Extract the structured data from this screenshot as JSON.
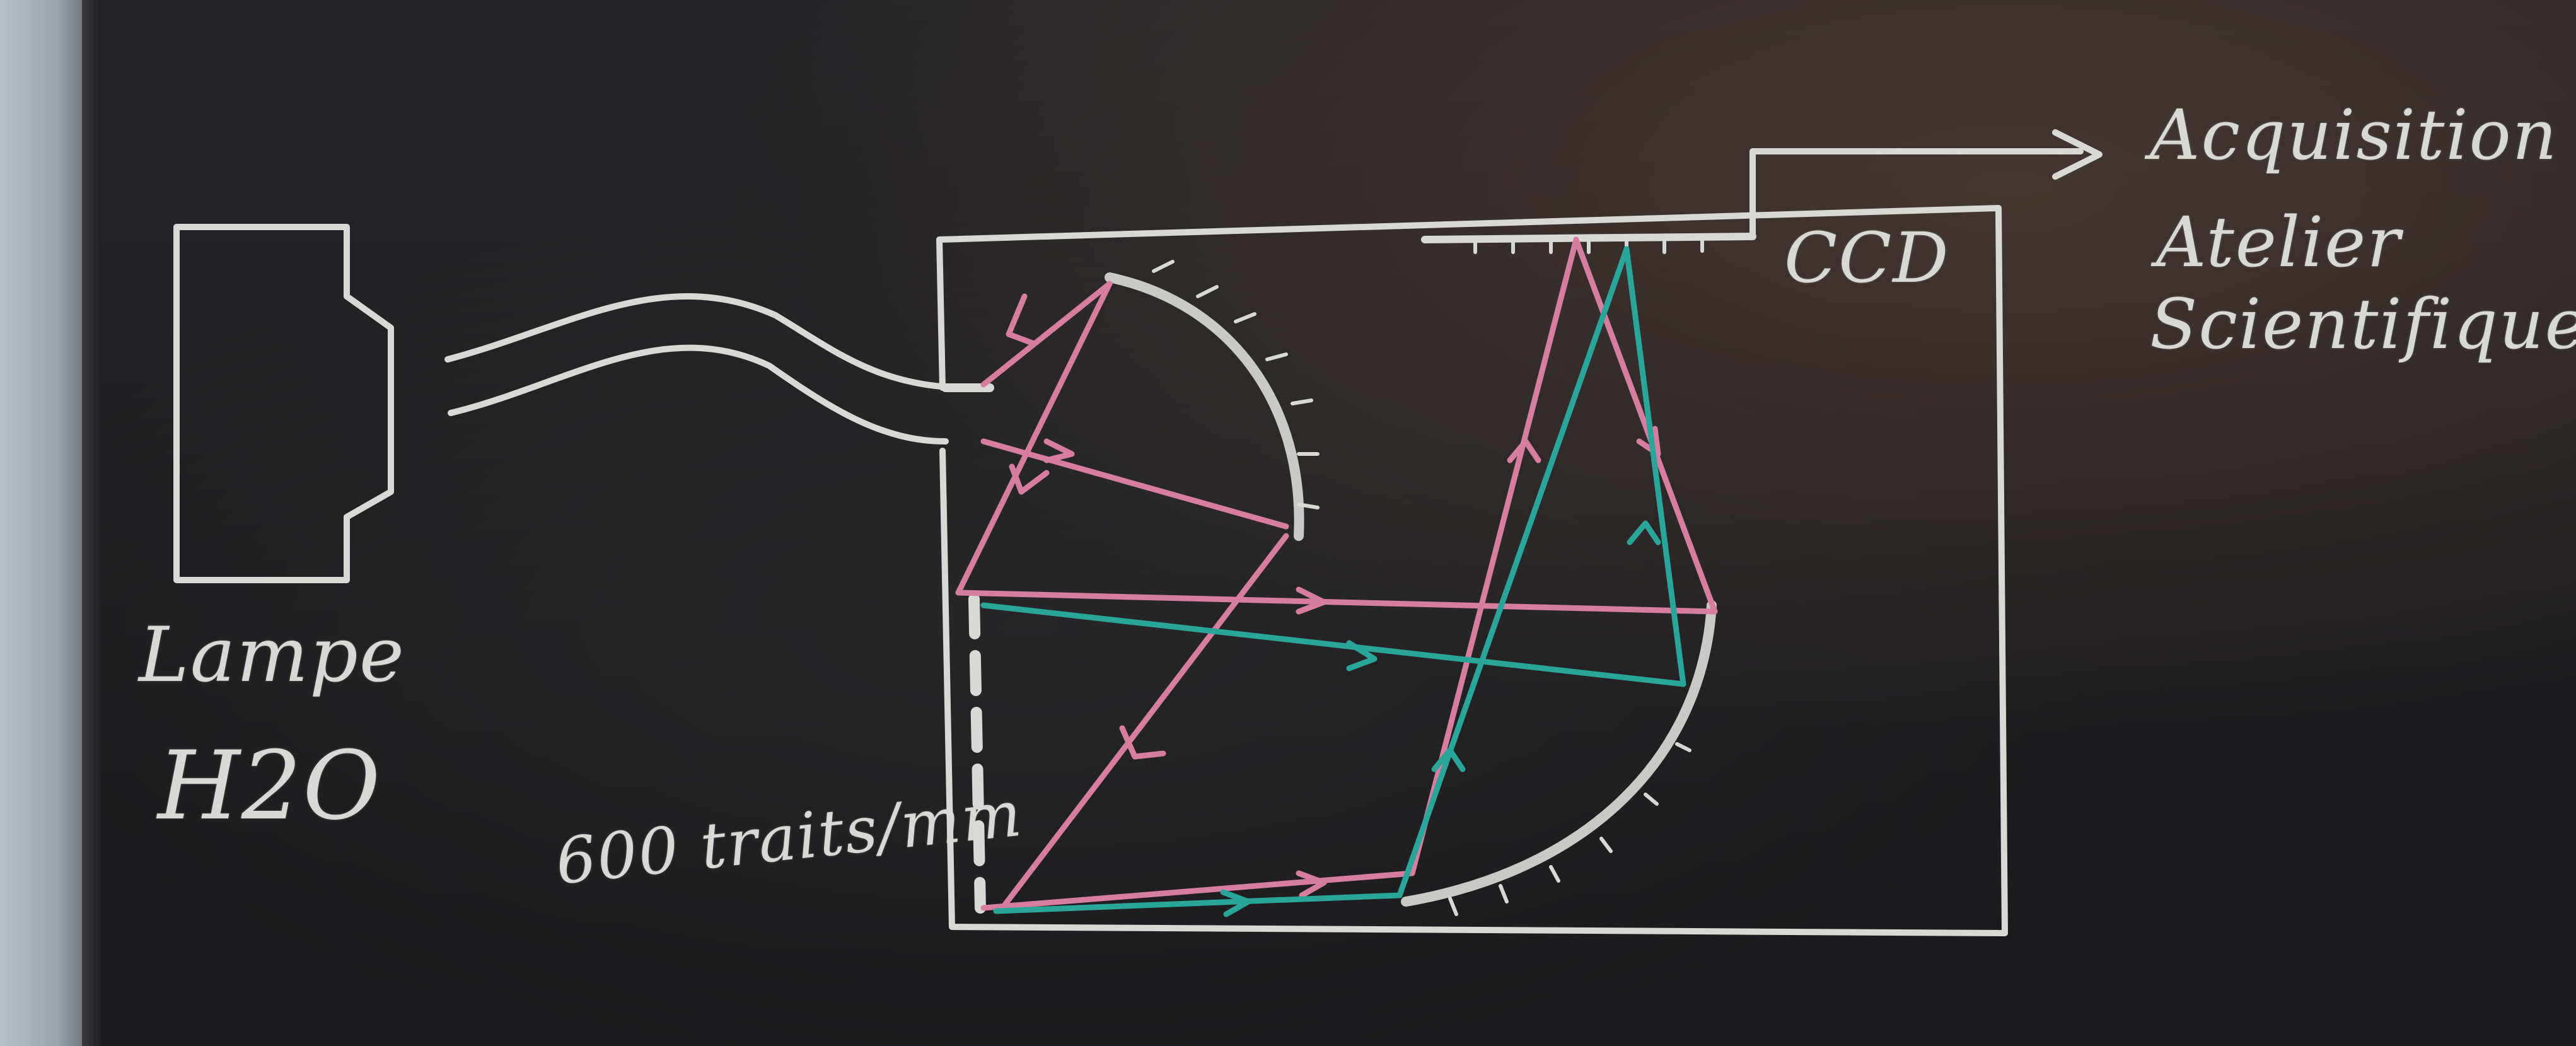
{
  "labels": {
    "lamp": "Lampe",
    "lamp_type": "H2O",
    "grating": "600 traits/mm",
    "detector": "CCD",
    "software_line1": "Acquisition",
    "software_line2": "Atelier",
    "software_line3": "Scientifique"
  },
  "colors": {
    "chalk_white": "#d8d8d4",
    "chalk_pink": "#d77ea0",
    "chalk_teal": "#2aa59a"
  }
}
